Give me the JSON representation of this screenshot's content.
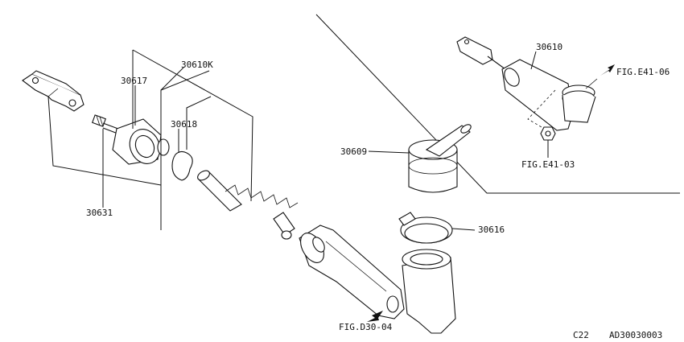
{
  "callouts": {
    "p30617": "30617",
    "p30610K": "30610K",
    "p30618": "30618",
    "p30631": "30631",
    "p30609": "30609",
    "p30616": "30616",
    "p30610": "30610"
  },
  "figure_refs": {
    "e4106": "FIG.E41-06",
    "e4103": "FIG.E41-03",
    "d3004": "FIG.D30-04"
  },
  "footer": {
    "section": "C22",
    "code": "AD30030003"
  }
}
